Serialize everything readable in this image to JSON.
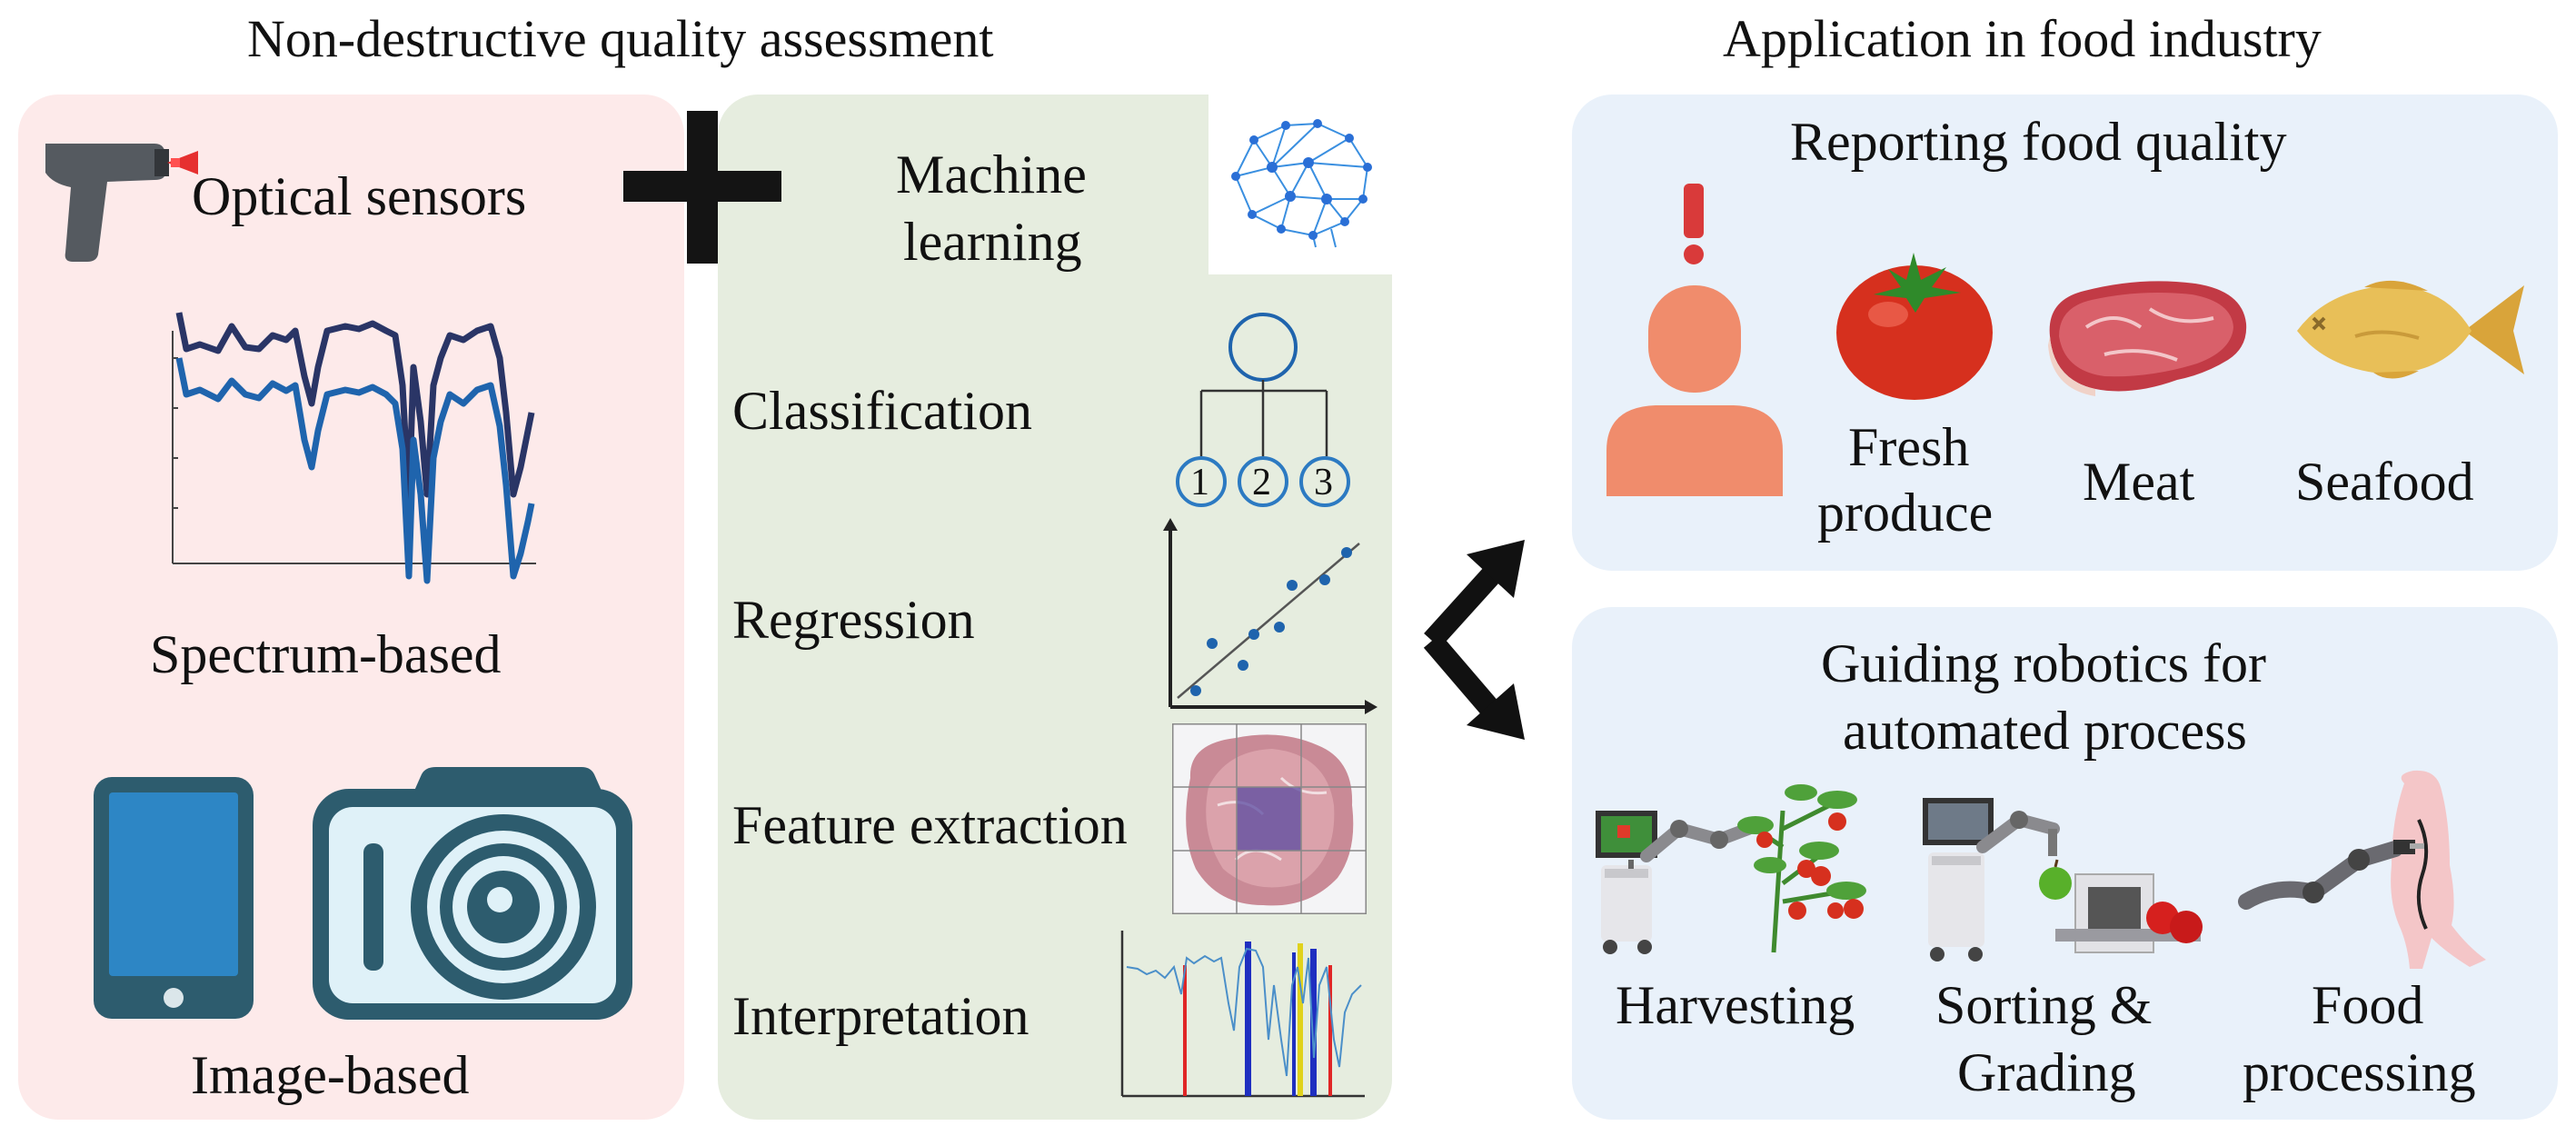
{
  "header": {
    "left_title": "Non-destructive quality assessment",
    "right_title": "Application in food industry"
  },
  "sensors": {
    "title": "Optical sensors",
    "spectrum_label": "Spectrum-based",
    "image_label": "Image-based"
  },
  "ml": {
    "title_line1": "Machine",
    "title_line2": "learning",
    "classification": "Classification",
    "class_nodes": [
      "1",
      "2",
      "3"
    ],
    "regression": "Regression",
    "feature_extraction": "Feature extraction",
    "interpretation": "Interpretation"
  },
  "reporting": {
    "title": "Reporting food quality",
    "items": [
      {
        "line1": "Fresh",
        "line2": "produce"
      },
      {
        "line1": "Meat",
        "line2": ""
      },
      {
        "line1": "Seafood",
        "line2": ""
      }
    ]
  },
  "robotics": {
    "title_line1": "Guiding robotics for",
    "title_line2": "automated process",
    "items": [
      {
        "line1": "Harvesting",
        "line2": ""
      },
      {
        "line1": "Sorting &",
        "line2": "Grading"
      },
      {
        "line1": "Food",
        "line2": "processing"
      }
    ]
  },
  "colors": {
    "sensor_panel": "#fdeaea",
    "ml_panel": "#e6eddf",
    "app_panel": "#e9f1fa",
    "person": "#f08c6c",
    "alert": "#d93a3a",
    "spectrum_dark": "#2a3566",
    "spectrum_blue": "#1f64ad",
    "device_blue": "#2d86c5",
    "device_dark": "#2d5c6e"
  }
}
